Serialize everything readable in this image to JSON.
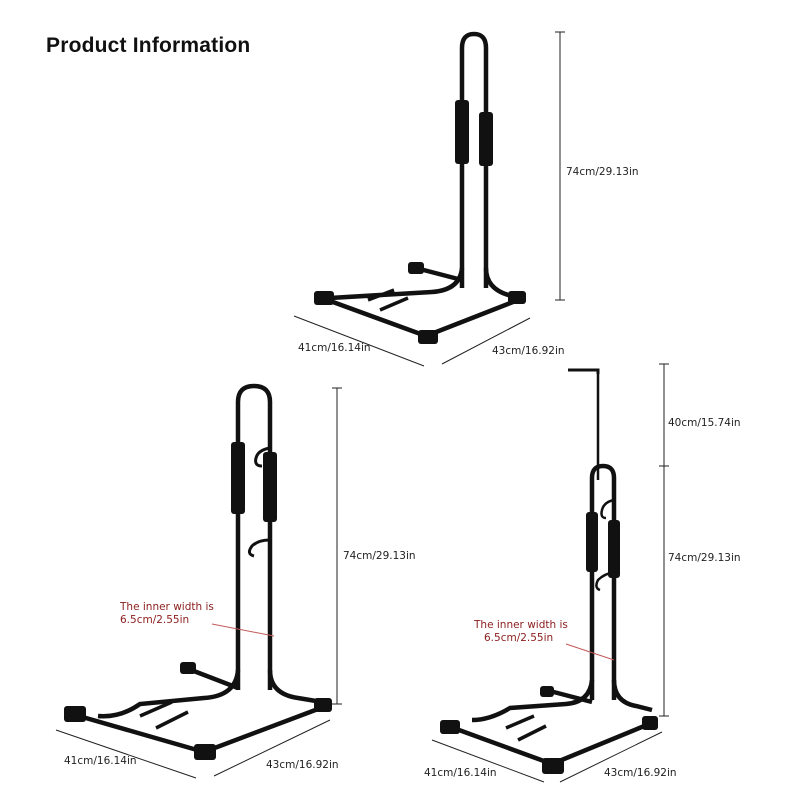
{
  "page_title": "Product Information",
  "product_1": {
    "height_label": "74cm/29.13in",
    "depth_label": "41cm/16.14in",
    "width_label": "43cm/16.92in"
  },
  "product_2": {
    "height_label": "74cm/29.13in",
    "depth_label": "41cm/16.14in",
    "width_label": "43cm/16.92in",
    "note_line1": "The inner width is",
    "note_line2": "6.5cm/2.55in"
  },
  "product_3": {
    "extension_label": "40cm/15.74in",
    "height_label": "74cm/29.13in",
    "depth_label": "41cm/16.14in",
    "width_label": "43cm/16.92in",
    "note_line1": "The inner width is",
    "note_line2": "6.5cm/2.55in"
  },
  "colors": {
    "frame": "#111111",
    "dimension_line": "#222222",
    "note_text": "#8b1d1d",
    "note_leader": "#c25a5a"
  }
}
